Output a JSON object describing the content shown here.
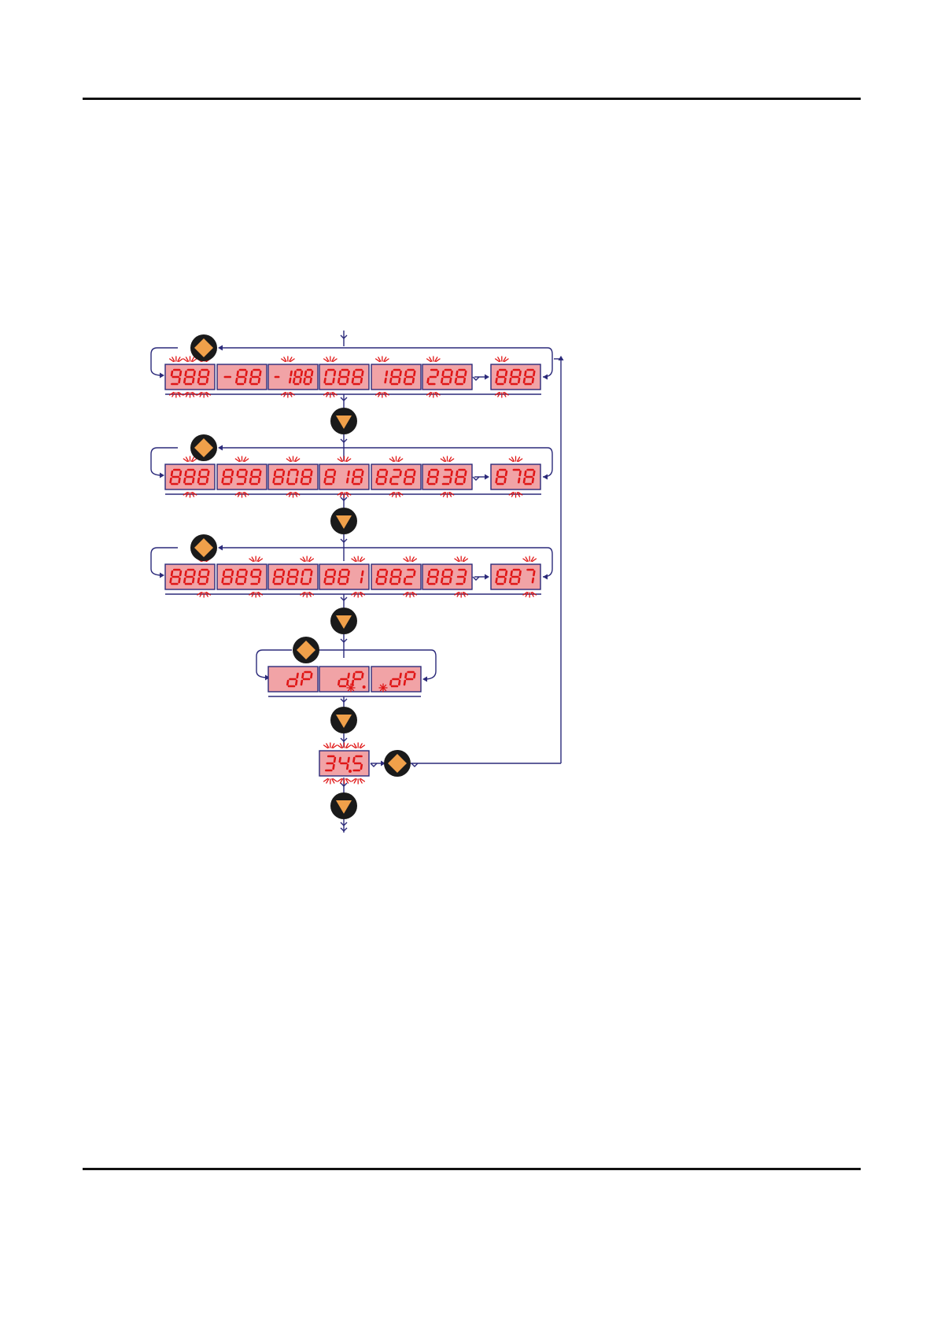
{
  "colors": {
    "flow_line": "#2b2a7a",
    "display_bg": "#f1a3a6",
    "segment": "#e01616",
    "button_bg": "#1a1a1a",
    "button_fg": "#f0a04a"
  },
  "rows": [
    {
      "name": "row-1",
      "displays": [
        {
          "text": "988",
          "flash": [
            0,
            1,
            2
          ]
        },
        {
          "text": "-88",
          "flash": []
        },
        {
          "text": "-188",
          "flash": [
            1
          ]
        },
        {
          "text": "088",
          "flash": [
            0
          ]
        },
        {
          "text": "188",
          "flash": [
            0
          ]
        },
        {
          "text": "288",
          "flash": [
            0
          ]
        },
        {
          "text": "888",
          "flash": [
            0
          ]
        }
      ]
    },
    {
      "name": "row-2",
      "displays": [
        {
          "text": "888",
          "flash": [
            1
          ]
        },
        {
          "text": "898",
          "flash": [
            1
          ]
        },
        {
          "text": "808",
          "flash": [
            1
          ]
        },
        {
          "text": "818",
          "flash": [
            1
          ]
        },
        {
          "text": "828",
          "flash": [
            1
          ]
        },
        {
          "text": "838",
          "flash": [
            1
          ]
        },
        {
          "text": "878",
          "flash": [
            1
          ]
        }
      ]
    },
    {
      "name": "row-3",
      "displays": [
        {
          "text": "888",
          "flash": [
            2
          ]
        },
        {
          "text": "889",
          "flash": [
            2
          ]
        },
        {
          "text": "880",
          "flash": [
            2
          ]
        },
        {
          "text": "881",
          "flash": [
            2
          ]
        },
        {
          "text": "882",
          "flash": [
            2
          ]
        },
        {
          "text": "883",
          "flash": [
            2
          ]
        },
        {
          "text": "887",
          "flash": [
            2
          ]
        }
      ]
    },
    {
      "name": "row-dp",
      "displays": [
        {
          "text": "dP",
          "flash": []
        },
        {
          "text": "dP.",
          "flash": []
        },
        {
          "text": "dP",
          "flash": []
        }
      ]
    },
    {
      "name": "row-final",
      "displays": [
        {
          "text": "34.5",
          "flash": [
            0,
            1,
            2
          ]
        }
      ]
    }
  ]
}
